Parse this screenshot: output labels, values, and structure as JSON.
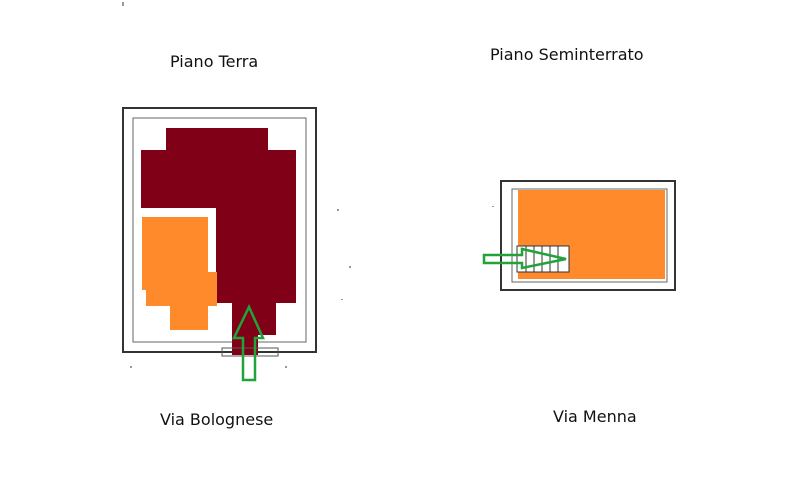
{
  "labels": {
    "ground_floor": "Piano Terra",
    "basement": "Piano Seminterrato",
    "street_left": "Via Bolognese",
    "street_right": "Via Menna"
  },
  "colors": {
    "dark_red": "#800018",
    "orange": "#ff8a2b",
    "green_arrow": "#22a33a",
    "outline": "#333333"
  }
}
